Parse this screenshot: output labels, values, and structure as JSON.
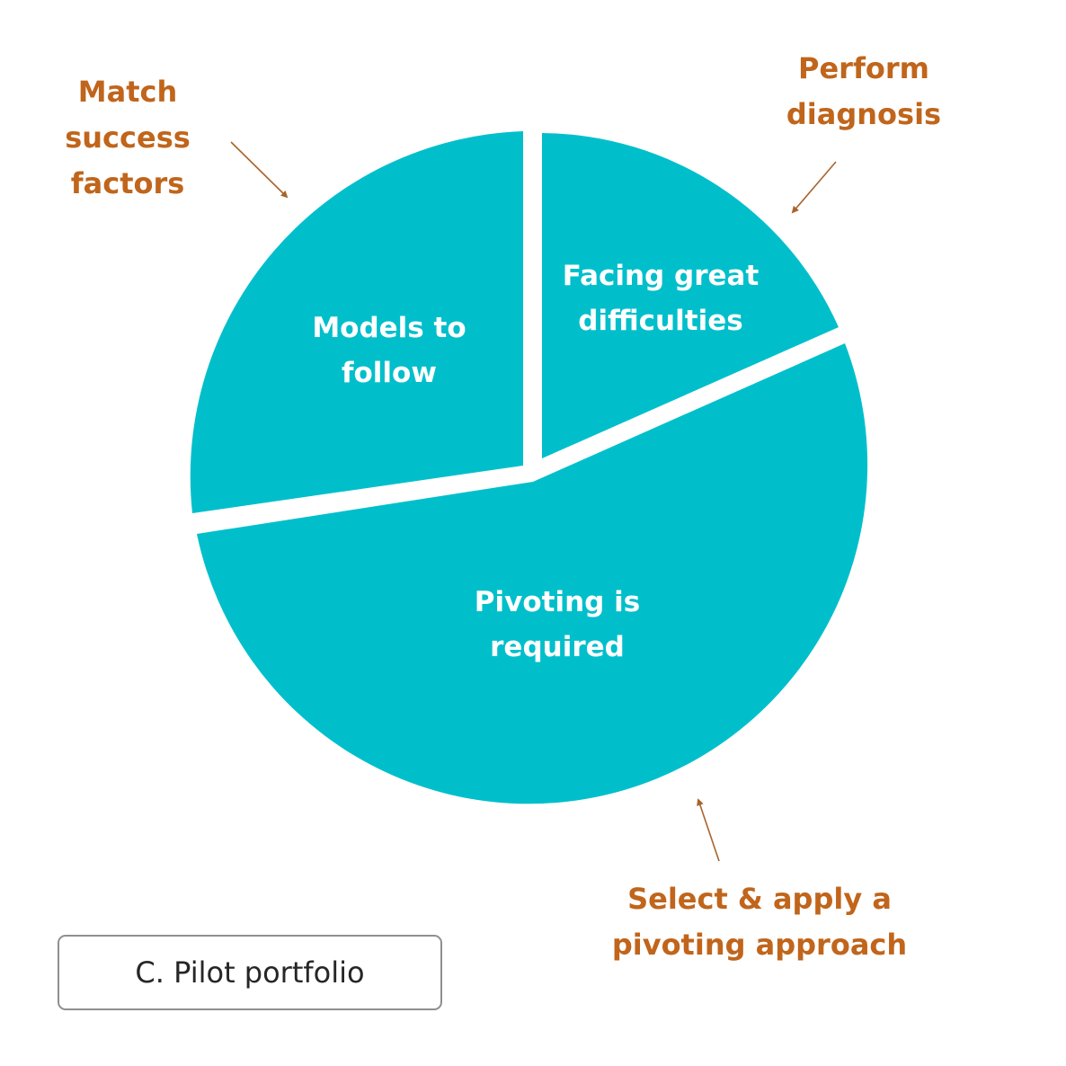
{
  "colors": {
    "slice_fill": "#00BFCB",
    "annotation_text": "#C0651B",
    "arrow": "#A8642C",
    "slice_text": "#FFFFFF",
    "box_border": "#8F8F8F",
    "box_text": "#262626"
  },
  "slices": {
    "models": {
      "label": "Models to\nfollow"
    },
    "facing": {
      "label": "Facing great\ndifficulties"
    },
    "pivot": {
      "label": "Pivoting is\nrequired"
    }
  },
  "annotations": {
    "match": "Match\nsuccess\nfactors",
    "perform": "Perform\ndiagnosis",
    "select": "Select & apply a\npivoting approach"
  },
  "portfolio": {
    "label": "C. Pilot portfolio"
  },
  "icons": {
    "arrow_match": "arrow-down-right-icon",
    "arrow_perform": "arrow-down-left-icon",
    "arrow_select": "arrow-up-icon"
  }
}
